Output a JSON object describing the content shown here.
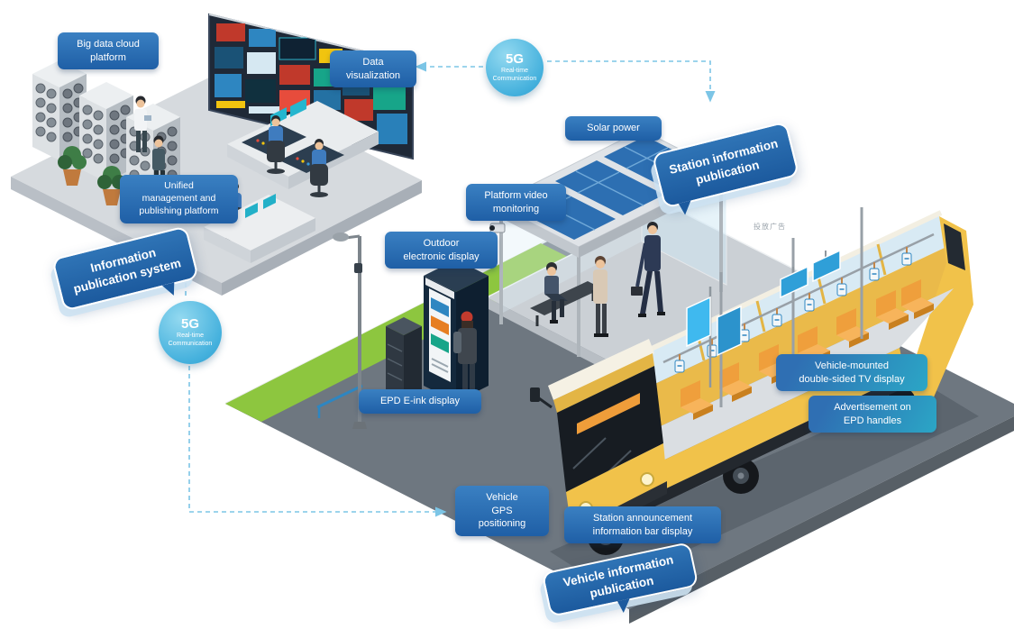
{
  "colors": {
    "label_blue_dark": "#1f5fa6",
    "label_blue_light": "#3a80c2",
    "label_teal": "#2ba6c6",
    "bubble_blue": "#1c5a9e",
    "badge_blue": "#45b1dd",
    "dash_blue": "#7cc5e6",
    "bus_yellow": "#f1c24a",
    "seat_orange": "#ef9f3c",
    "solar_panel_blue": "#2d6fb2",
    "grass_green": "#8dc63f",
    "road_gray": "#6e7780"
  },
  "labels": {
    "big_data_cloud_platform": "Big data cloud\nplatform",
    "data_visualization": "Data\nvisualization",
    "solar_power": "Solar power",
    "platform_video_monitoring": "Platform video\nmonitoring",
    "unified_management_platform": "Unified\nmanagement and\npublishing platform",
    "outdoor_electronic_display": "Outdoor\nelectronic display",
    "epd_eink_display": "EPD E-ink display",
    "vehicle_mounted_tv": "Vehicle-mounted\ndouble-sided TV display",
    "advertisement_epd_handles": "Advertisement on\nEPD handles",
    "vehicle_gps_positioning": "Vehicle\nGPS\npositioning",
    "station_announcement_bar": "Station announcement\ninformation bar display",
    "watermark": "投放广告"
  },
  "bubbles": {
    "information_publication_system": "Information\npublication system",
    "station_information_publication": "Station information\npublication",
    "vehicle_information_publication": "Vehicle information\npublication"
  },
  "badges": {
    "fiveg_top": {
      "title": "5G",
      "subtitle": "Real-time\nCommunication"
    },
    "fiveg_left": {
      "title": "5G",
      "subtitle": "Real-time\nCommunication"
    }
  }
}
